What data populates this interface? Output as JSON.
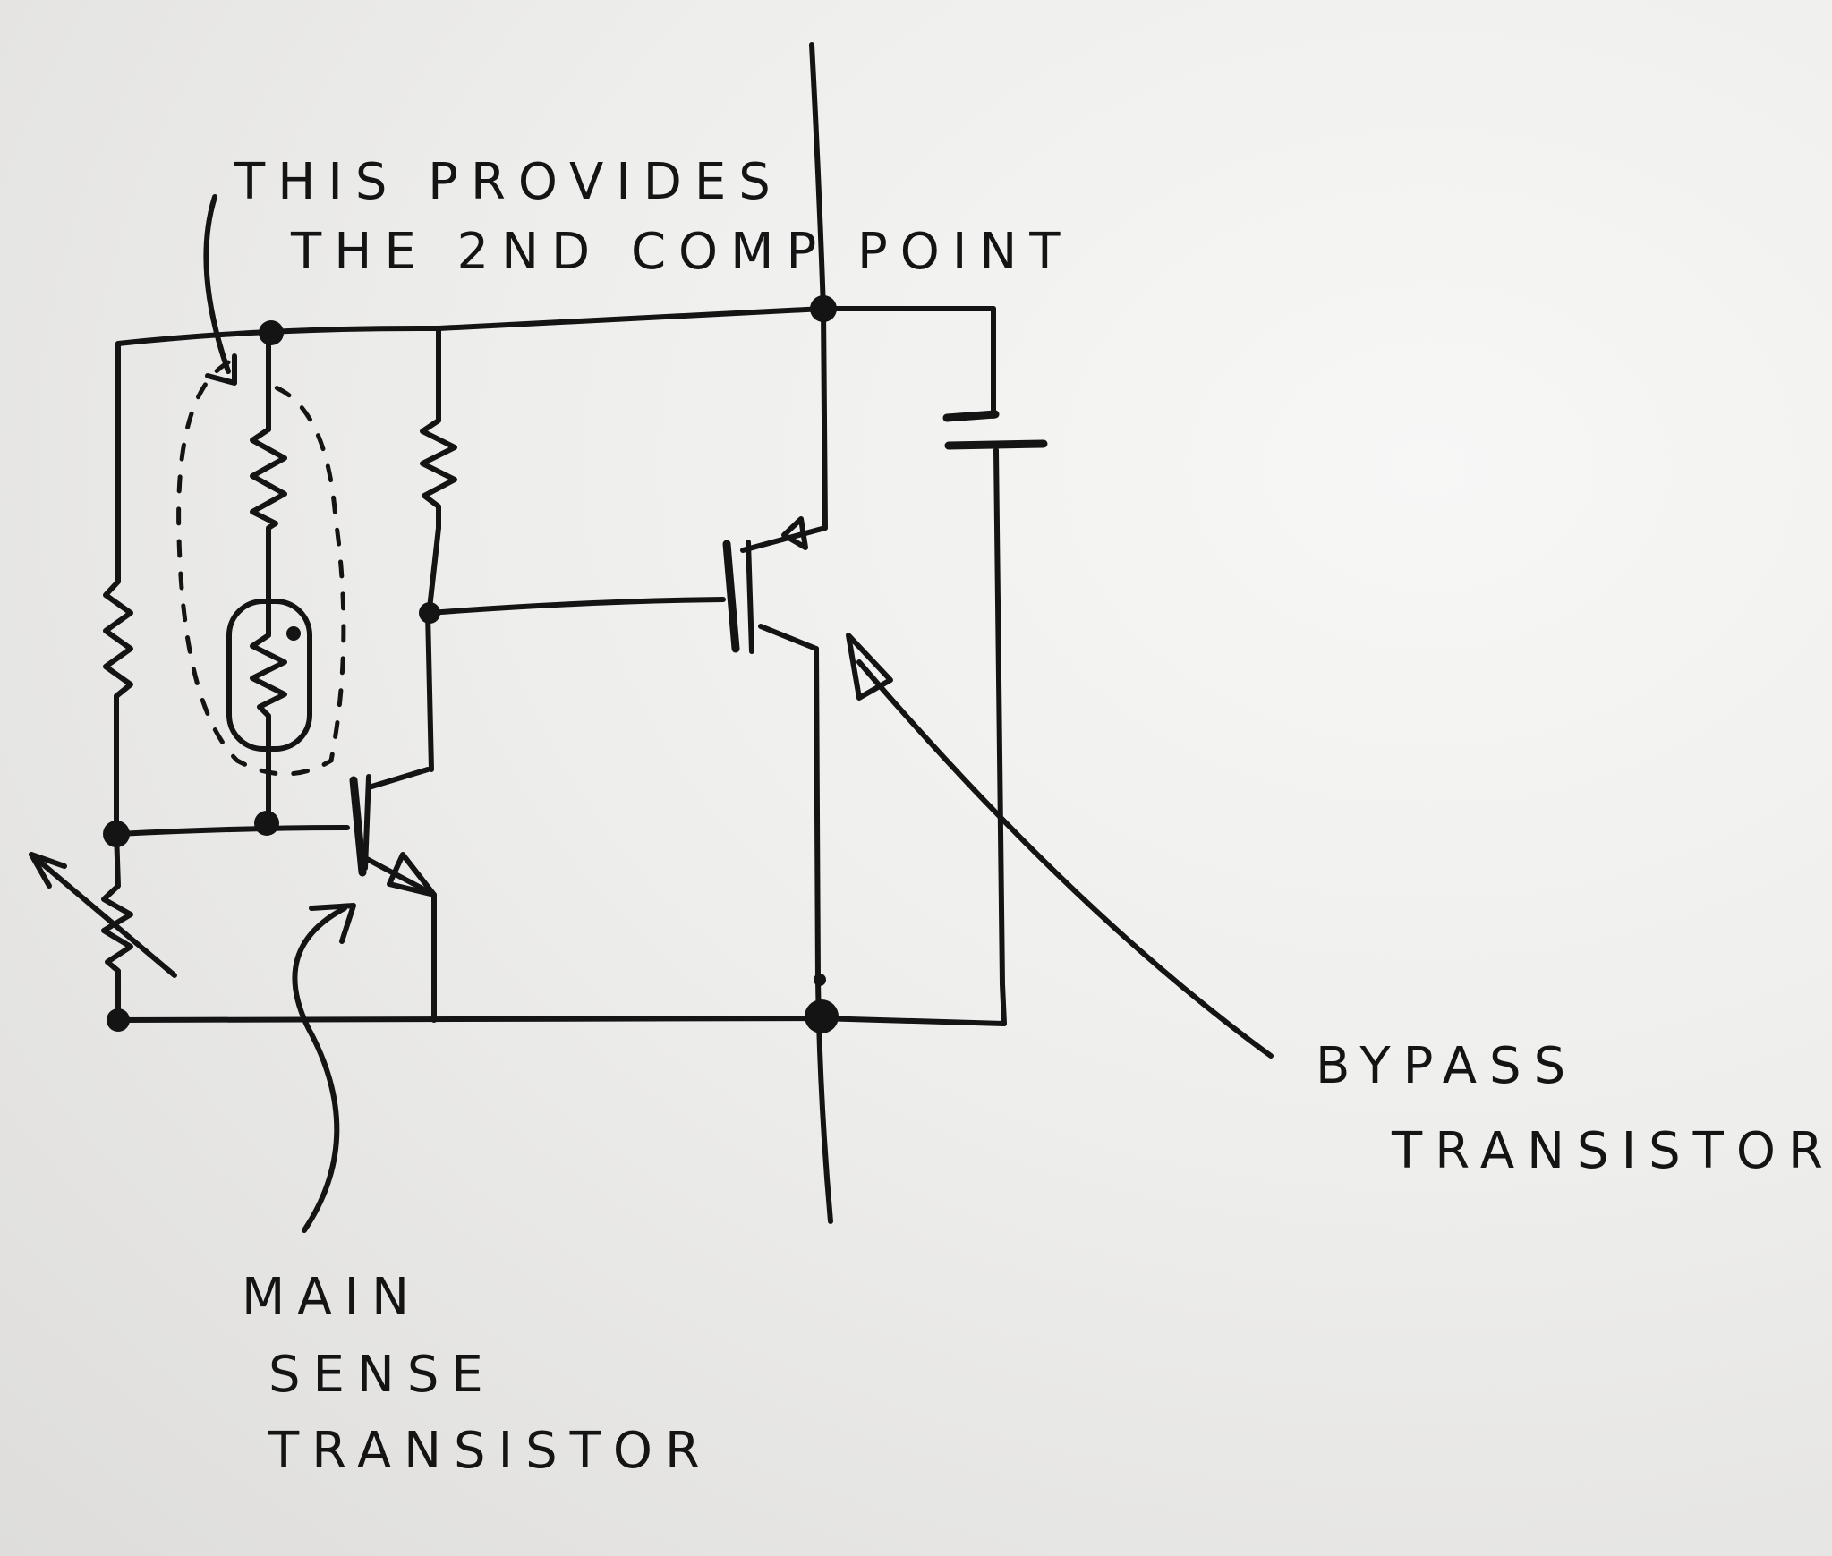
{
  "annotations": {
    "comp_point_line1": "THIS PROVIDES",
    "comp_point_line2": "THE 2ND COMP POINT",
    "bypass_line1": "BYPASS",
    "bypass_line2": "TRANSISTOR",
    "main_sense_line1": "MAIN",
    "main_sense_line2": "SENSE",
    "main_sense_line3": "TRANSISTOR"
  },
  "colors": {
    "ink": "#141414",
    "paper": "#f2f2f0"
  }
}
